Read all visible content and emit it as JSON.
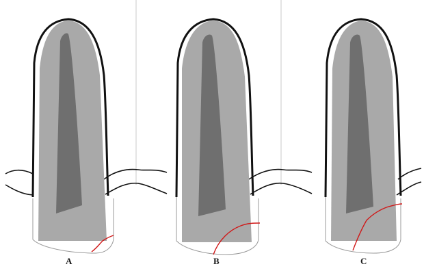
{
  "panels": [
    {
      "label": "A"
    },
    {
      "label": "B"
    },
    {
      "label": "C"
    }
  ],
  "colors": {
    "outline": "#111111",
    "outer_tissue": "#a9a9a9",
    "inner_core": "#6f6f6f",
    "root_outline": "#9a9a9a",
    "fracture_line": "#d01818",
    "divider": "#c8c8c8"
  }
}
